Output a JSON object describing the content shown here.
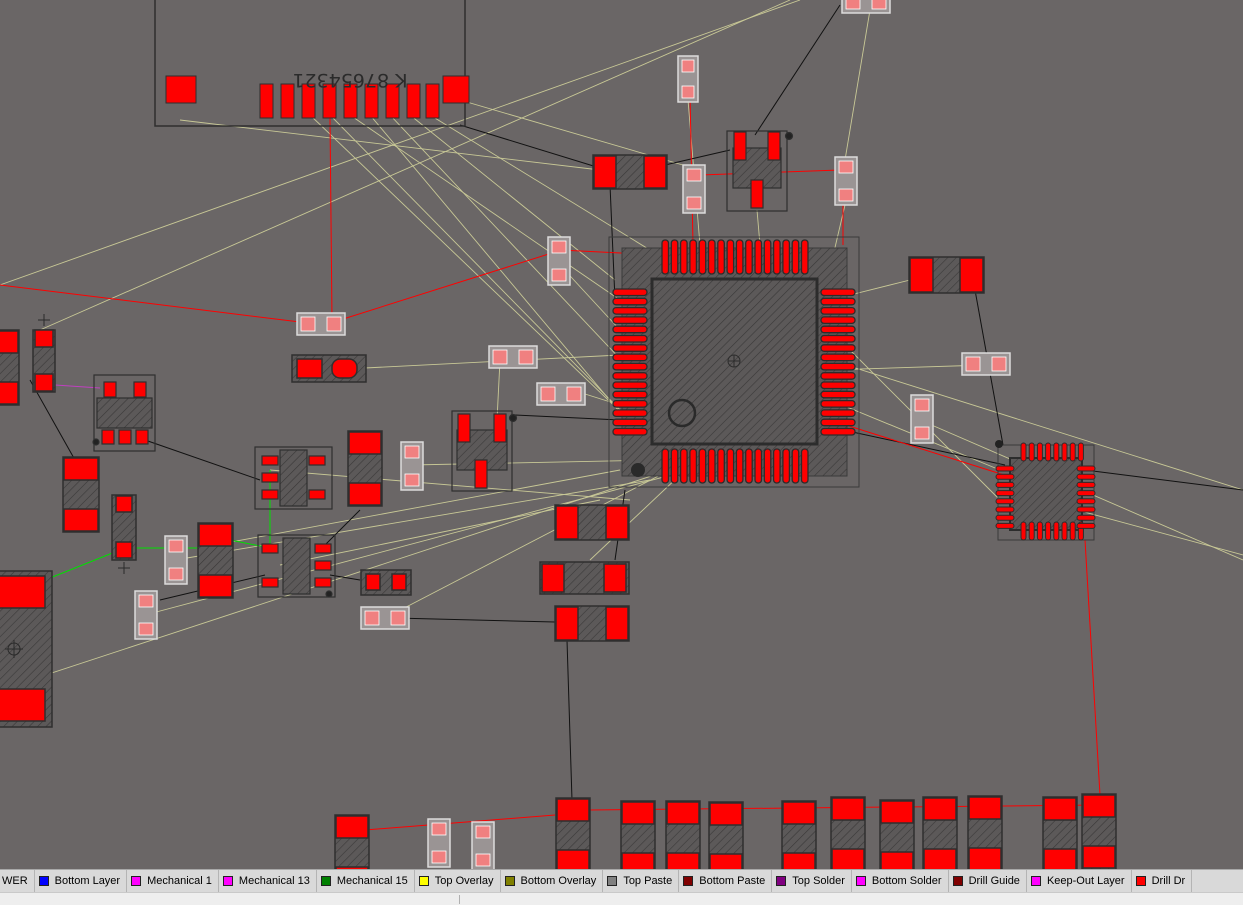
{
  "connector": {
    "pin_label_text": "K 87654321"
  },
  "layer_tabs": [
    {
      "label": "WER",
      "color": null
    },
    {
      "label": "Bottom Layer",
      "color": "#0000ff"
    },
    {
      "label": "Mechanical 1",
      "color": "#ff00ff"
    },
    {
      "label": "Mechanical 13",
      "color": "#ff00ff"
    },
    {
      "label": "Mechanical 15",
      "color": "#008000"
    },
    {
      "label": "Top Overlay",
      "color": "#ffff00"
    },
    {
      "label": "Bottom Overlay",
      "color": "#808000"
    },
    {
      "label": "Top Paste",
      "color": "#808080"
    },
    {
      "label": "Bottom Paste",
      "color": "#800000"
    },
    {
      "label": "Top Solder",
      "color": "#800080"
    },
    {
      "label": "Bottom Solder",
      "color": "#ff00ff"
    },
    {
      "label": "Drill Guide",
      "color": "#800000"
    },
    {
      "label": "Keep-Out Layer",
      "color": "#ff00ff"
    },
    {
      "label": "Drill Dr",
      "color": "#ff0000"
    }
  ],
  "colors": {
    "board_background": "#6a6666",
    "pad_copper": "#ff0000",
    "ratsnest": "#c8c896",
    "bottom_paste_pad": "#f08080",
    "outline": "#3a3a3a",
    "top_layer_trace": "#ff0000",
    "mech_trace": "#00e000",
    "purple_trace": "#c040c0"
  }
}
